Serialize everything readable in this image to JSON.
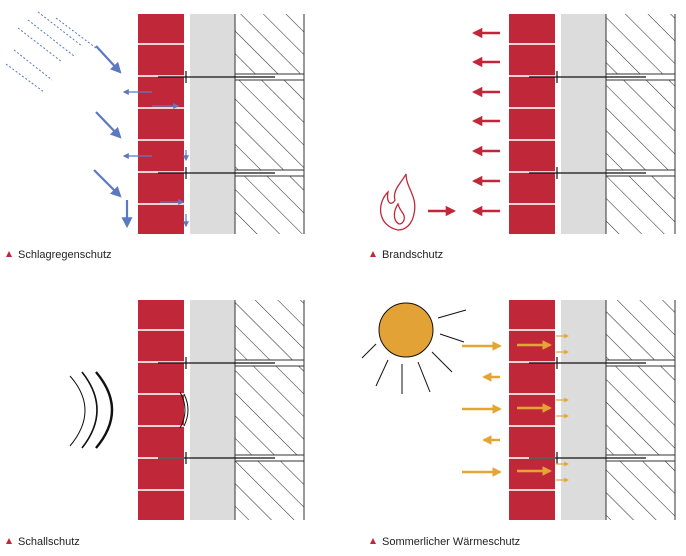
{
  "captions": {
    "rain": "Schlagregenschutz",
    "fire": "Brandschutz",
    "sound": "Schallschutz",
    "heat": "Sommerlicher Wärmeschutz"
  },
  "colors": {
    "brick": "#c0283a",
    "mortar": "#f0d2d5",
    "airgap": "#dcdcdc",
    "rain_arrow": "#5b78c0",
    "fire_arrow": "#c0283a",
    "heat_arrow": "#e5a534",
    "sun": "#e3a235",
    "caption_marker": "#c0283a"
  }
}
